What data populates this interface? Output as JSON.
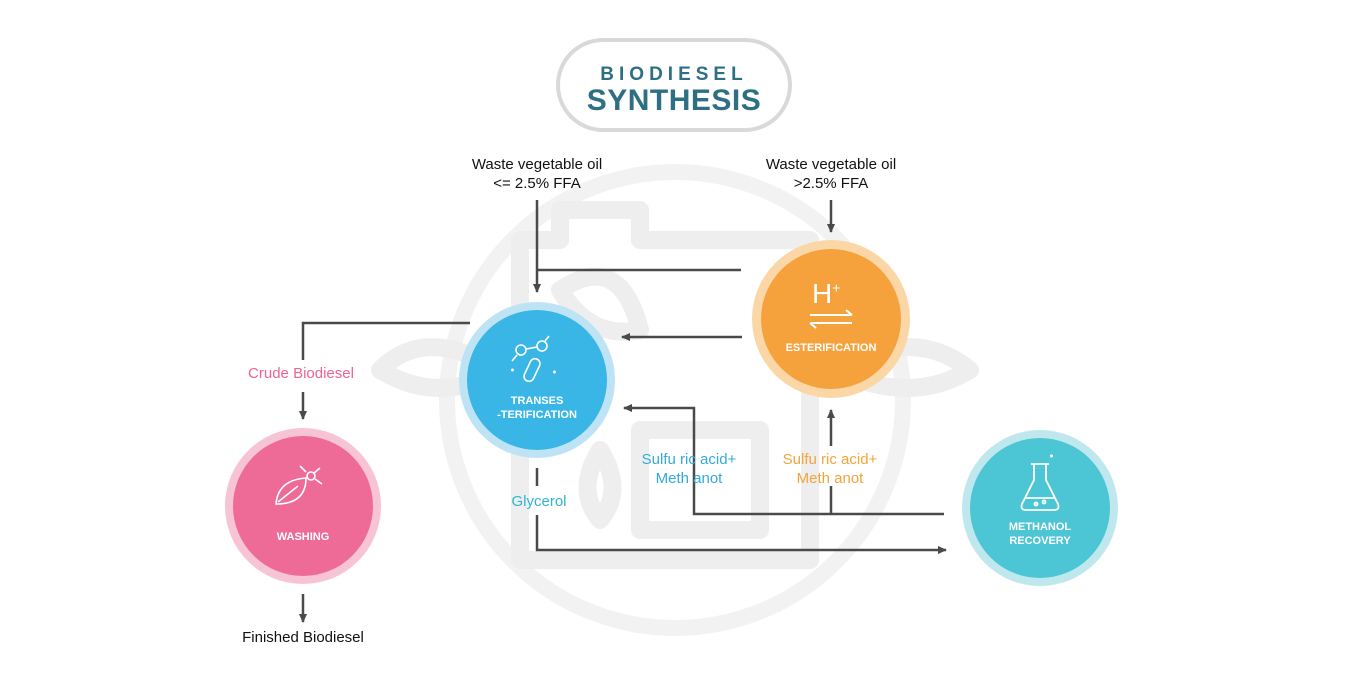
{
  "title": {
    "line1": "BIODIESEL",
    "line2": "SYNTHESIS"
  },
  "colors": {
    "transesterification": "#3ab6e6",
    "esterification": "#f5a13c",
    "washing": "#ee6b98",
    "methanol_recovery": "#4cc5d4",
    "title": "#2f6f84",
    "arrow": "#4a4a4a"
  },
  "inputs": {
    "low_ffa": {
      "line1": "Waste vegetable oil",
      "line2": "<= 2.5% FFA"
    },
    "high_ffa": {
      "line1": "Waste vegetable oil",
      "line2": ">2.5% FFA"
    }
  },
  "nodes": {
    "transesterification": {
      "line1": "TRANSES",
      "line2": "-TERIFICATION",
      "icon": "molecule-test-tube-icon"
    },
    "esterification": {
      "label": "ESTERIFICATION",
      "icon": "h-plus-equilibrium-icon",
      "symbol": "H",
      "superscript": "+"
    },
    "washing": {
      "label": "WASHING",
      "icon": "molecule-leaf-icon"
    },
    "methanol_recovery": {
      "line1": "METHANOL",
      "line2": "RECOVERY",
      "icon": "flask-icon"
    }
  },
  "flows": {
    "crude_biodiesel": "Crude Biodiesel",
    "glycerol": "Glycerol",
    "recycle_trans": {
      "line1": "Sulfu ric acid+",
      "line2": "Meth anot"
    },
    "recycle_ester": {
      "line1": "Sulfu ric acid+",
      "line2": "Meth anot"
    },
    "finished": "Finished Biodiesel"
  }
}
